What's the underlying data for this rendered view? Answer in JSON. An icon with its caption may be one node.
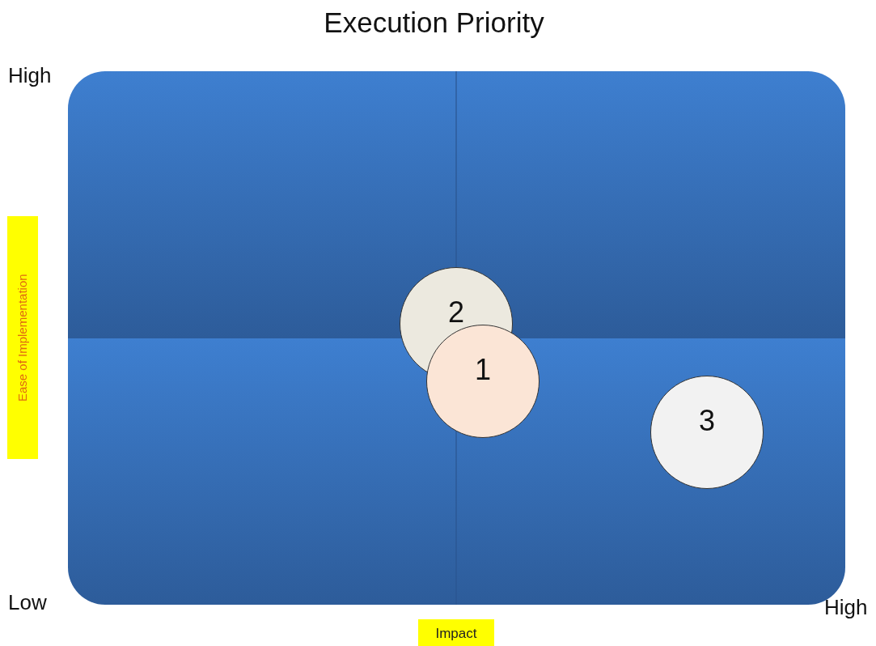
{
  "diagram": {
    "title": "Execution Priority",
    "nodes": [
      {
        "text": [],
        "shape": "box"
      },
      {
        "text": [
          "2"
        ],
        "in": 0
      },
      {
        "text": [
          "1"
        ],
        "in": 0
      },
      {
        "text": [
          "3"
        ],
        "in": 0
      }
    ],
    "labels": [
      "High",
      "Ease of Implementation",
      "Low",
      "Impact",
      "High"
    ]
  }
}
